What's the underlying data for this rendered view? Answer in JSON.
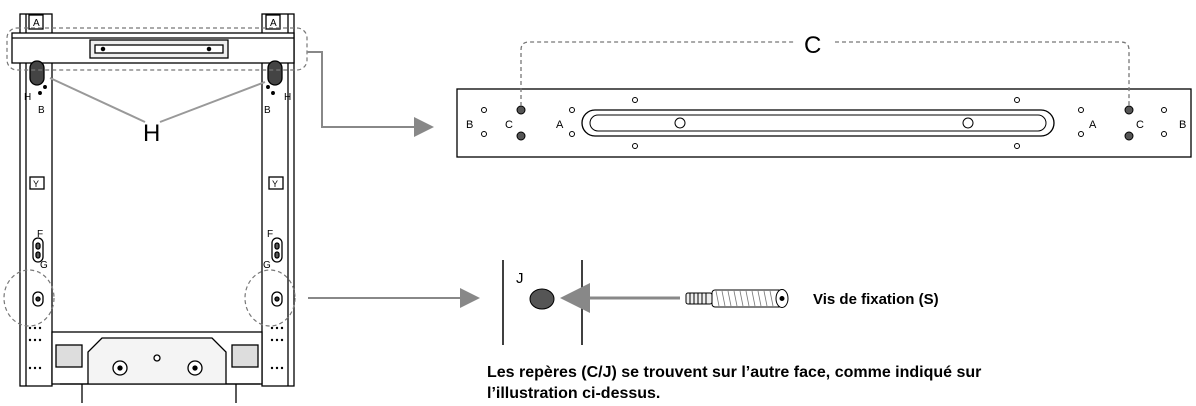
{
  "figure": {
    "frame_labels": {
      "a_left": "A",
      "a_right": "A",
      "h_left": "H",
      "h_right": "H",
      "b_left": "B",
      "b_right": "B",
      "y_left": "Y",
      "y_right": "Y",
      "f_left": "F",
      "f_right": "F",
      "g_left": "G",
      "g_right": "G",
      "h_callout": "H"
    },
    "bracket": {
      "c_callout": "C",
      "b_left": "B",
      "c_left": "C",
      "a_left": "A",
      "a_right": "A",
      "c_right": "C",
      "b_right": "B"
    },
    "detail": {
      "j_label": "J",
      "screw_label": "Vis de fixation (S)"
    },
    "caption_line1": "Les repères (C/J) se trouvent sur l’autre face, comme indiqué sur",
    "caption_line2": "l’illustration ci-dessus."
  },
  "colors": {
    "line": "#000000",
    "arrow": "#888888",
    "mark": "#555555",
    "dashed": "#777777"
  }
}
